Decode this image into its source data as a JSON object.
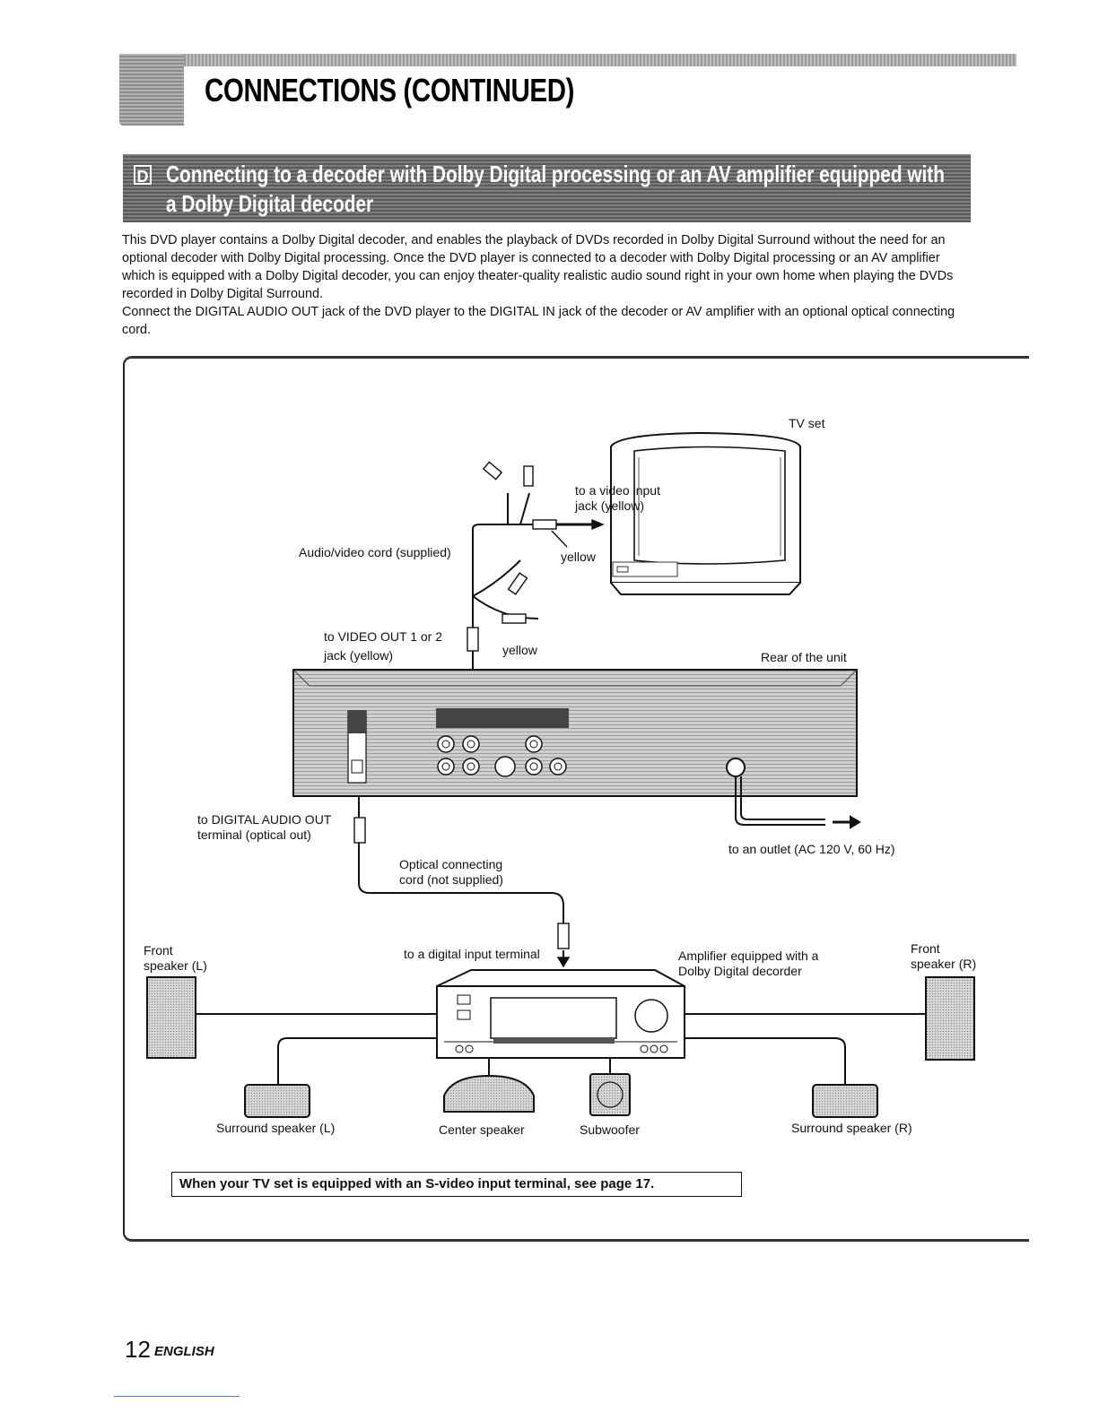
{
  "header": {
    "title": "CONNECTIONS (CONTINUED)"
  },
  "section": {
    "badge": "D",
    "title": "Connecting to a decoder with Dolby Digital processing or an AV amplifier equipped with a Dolby Digital decoder"
  },
  "intro": {
    "paragraph1": "This DVD player contains a Dolby Digital decoder, and enables the playback of DVDs recorded in Dolby Digital Surround without the need for an optional decoder with Dolby Digital processing. Once the DVD player is connected to a decoder with Dolby Digital processing or an AV amplifier which is equipped with a Dolby Digital decoder, you can enjoy theater-quality realistic audio sound right in your own home when playing the DVDs recorded in Dolby Digital Surround.",
    "paragraph2": "Connect the DIGITAL AUDIO OUT jack of the DVD player to the DIGITAL IN jack of the decoder or AV amplifier with an optional optical connecting cord."
  },
  "diagram": {
    "tv_set": "TV set",
    "to_video_input": "to a video input",
    "jack_yellow": "jack (yellow)",
    "yellow_1": "yellow",
    "av_cord": "Audio/video cord (supplied)",
    "to_video_out": "to VIDEO OUT 1 or 2",
    "jack_yellow_2": "jack (yellow)",
    "yellow_2": "yellow",
    "rear_of_unit": "Rear of the unit",
    "to_digital_audio_out": "to DIGITAL AUDIO OUT",
    "terminal_optical_out": "terminal (optical out)",
    "optical_cord_1": "Optical connecting",
    "optical_cord_2": "cord (not supplied)",
    "to_outlet": "to an outlet  (AC 120 V, 60 Hz)",
    "to_digital_input": "to a digital input terminal",
    "amplifier_1": "Amplifier equipped with a",
    "amplifier_2": "Dolby Digital decorder",
    "front_left_1": "Front",
    "front_left_2": "speaker (L)",
    "front_right_1": "Front",
    "front_right_2": "speaker (R)",
    "surround_left": "Surround speaker (L)",
    "center_speaker": "Center speaker",
    "subwoofer": "Subwoofer",
    "surround_right": "Surround speaker (R)"
  },
  "note": "When your TV set is equipped with an S-video input terminal, see page 17.",
  "footer": {
    "page_number": "12",
    "language": "ENGLISH"
  }
}
